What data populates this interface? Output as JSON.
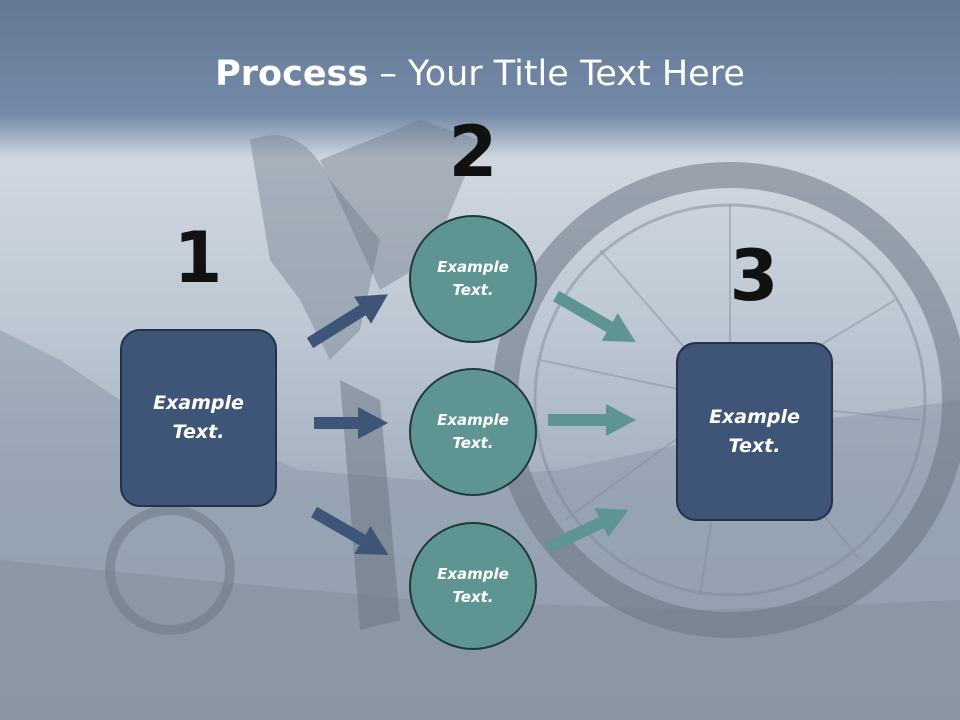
{
  "title": {
    "bold": "Process",
    "rest": " – Your Title Text Here"
  },
  "steps": [
    {
      "number": "1",
      "label": "Example Text."
    },
    {
      "number": "2",
      "items": [
        "Example Text.",
        "Example Text.",
        "Example Text."
      ]
    },
    {
      "number": "3",
      "label": "Example Text."
    }
  ],
  "colors": {
    "title_bar": "#3a5580",
    "box_fill": "#3f5577",
    "circle_fill": "#5e9593",
    "arrow_left": "#3f5577",
    "arrow_right": "#5e9593"
  }
}
